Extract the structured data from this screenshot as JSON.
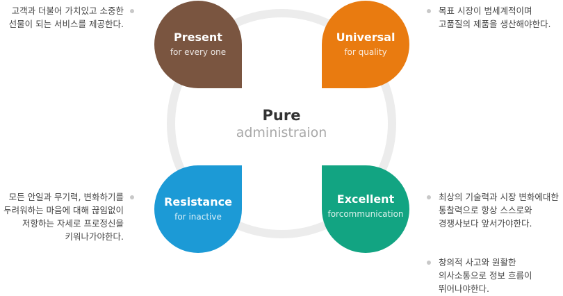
{
  "center": {
    "title": "Pure",
    "subtitle": "administraion"
  },
  "petals": {
    "present": {
      "title": "Present",
      "subtitle": "for every one",
      "color": "#7a5540"
    },
    "universal": {
      "title": "Universal",
      "subtitle": "for quality",
      "color": "#e97b10"
    },
    "resistance": {
      "title": "Resistance",
      "subtitle": "for inactive",
      "color": "#1c9ad6"
    },
    "excellent": {
      "title": "Excellent",
      "subtitle": "for communication",
      "subtitle_lines": [
        "for",
        "communication"
      ],
      "color": "#12a482"
    }
  },
  "notes": {
    "top_left": [
      "고객과 더불어 가치있고 소중한",
      "선물이 되는 서비스를 제공한다."
    ],
    "top_right": [
      "목표 시장이 범세계적이며",
      "고품질의 제품을 생산해야한다."
    ],
    "bottom_left": [
      "모든 안일과 무기력, 변화하기를",
      "두려워하는 마음에 대해 끊임없이",
      "저항하는 자세로 프로정신을",
      "키워나가야한다."
    ],
    "bottom_right_1": [
      "최상의 기술력과 시장 변화에대한",
      "통찰력으로 항상 스스로와",
      "경쟁사보다 앞서가야한다."
    ],
    "bottom_right_2": [
      "창의적 사고와 원활한",
      "의사소통으로 정보 흐름이",
      "뛰어나야한다."
    ]
  }
}
